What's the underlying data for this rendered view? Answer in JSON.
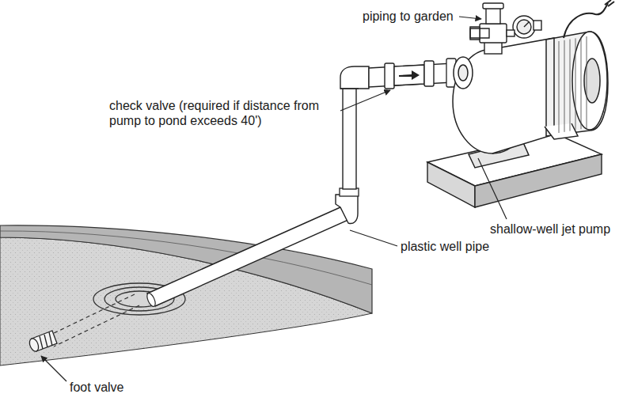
{
  "diagram": {
    "labels": [
      "piping to garden",
      "check valve (required if distance from pump to pond exceeds 40')",
      "shallow-well jet pump",
      "plastic well pipe",
      "foot valve"
    ]
  }
}
